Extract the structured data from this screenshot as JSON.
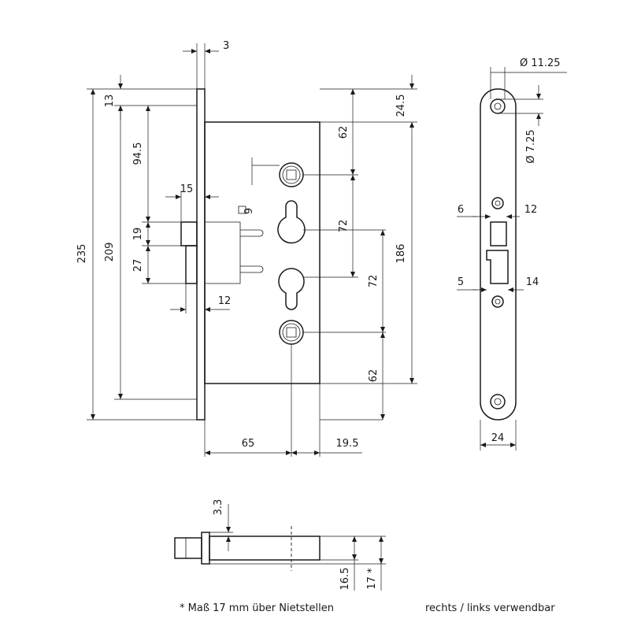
{
  "front_view": {
    "dims": {
      "faceplate_thickness": "3",
      "top_offset": "13",
      "overall_height": "235",
      "mount_height": "209",
      "handle_offset": "94.5",
      "latch_projection": "15",
      "small_square": "9",
      "latch_height": "19",
      "deadbolt_height": "27",
      "deadbolt_projection": "12",
      "backset": "65",
      "body_depth_rest": "19.5",
      "case_top": "24.5",
      "upper_spacing": "62",
      "upper_center": "72",
      "lower_center": "72",
      "lower_spacing": "62",
      "center_total": "186"
    }
  },
  "side_view": {
    "dims": {
      "hole_dia_top": "Ø 11.25",
      "hole_dia_small": "Ø 7.25",
      "latch_left": "6",
      "latch_right": "12",
      "bolt_left": "5",
      "bolt_right": "14",
      "plate_width": "24"
    }
  },
  "bottom_view": {
    "dims": {
      "offset_top": "3.3",
      "depth": "16.5",
      "depth_rivet": "17 *"
    }
  },
  "notes": {
    "footnote": "* Maß 17 mm über Nietstellen",
    "usage": "rechts / links verwendbar"
  }
}
